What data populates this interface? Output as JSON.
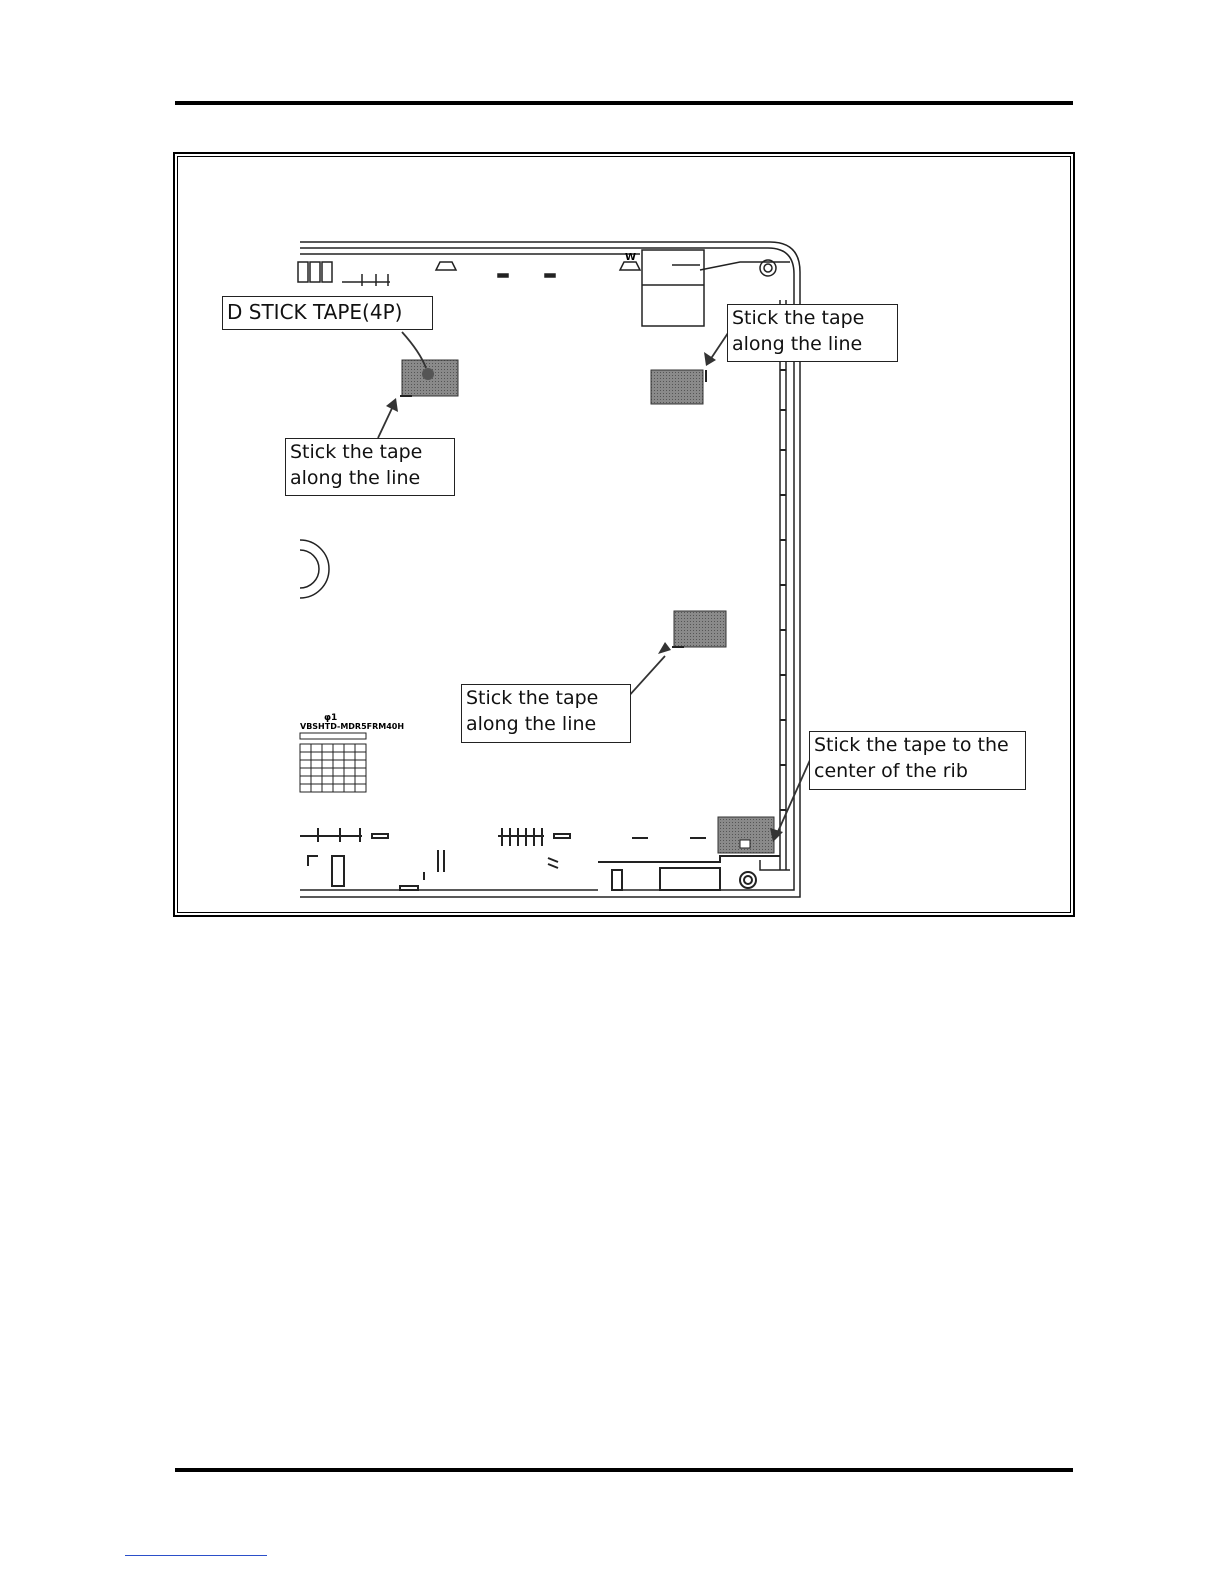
{
  "figure": {
    "labels": {
      "d_stick_tape": "D STICK TAPE(4P)",
      "stick_top_right": "Stick the tape\nalong the line",
      "stick_left": "Stick the tape\nalong the line",
      "stick_middle": "Stick the tape\nalong the line",
      "stick_rib": "Stick the tape to the\ncenter of the rib"
    },
    "small_marks": {
      "w_mark": "W",
      "part_number": "φ1",
      "part_code": "VBSHTD-MDR5FRM40H"
    },
    "colors": {
      "tape_fill": "#7a7a7a",
      "line": "#222222"
    }
  }
}
